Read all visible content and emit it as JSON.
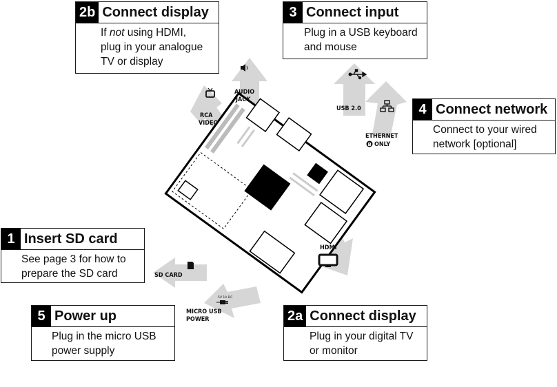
{
  "steps": {
    "s2b": {
      "number": "2b",
      "title": "Connect display",
      "body_pre": "If ",
      "body_em": "not",
      "body_post": " using HDMI,",
      "line2": "plug in your analogue",
      "line3": "TV or display"
    },
    "s3": {
      "number": "3",
      "title": "Connect input",
      "line1": "Plug in a USB keyboard",
      "line2": "and mouse"
    },
    "s4": {
      "number": "4",
      "title": "Connect network",
      "line1": "Connect to your wired",
      "line2": "network [optional]"
    },
    "s1": {
      "number": "1",
      "title": "Insert SD card",
      "line1": "See page 3 for how to",
      "line2": "prepare the SD card"
    },
    "s5": {
      "number": "5",
      "title": "Power up",
      "line1": "Plug in the micro USB",
      "line2": "power supply"
    },
    "s2a": {
      "number": "2a",
      "title": "Connect display",
      "line1": "Plug in your digital  TV",
      "line2": "or monitor"
    }
  },
  "ports": {
    "audio_line1": "AUDIO",
    "audio_line2": "JACK",
    "rca_line1": "RCA",
    "rca_line2": "VIDEO",
    "usb": "USB 2.0",
    "ethernet_line1": "ETHERNET",
    "ethernet_badge": "B",
    "ethernet_line2": "ONLY",
    "hdmi": "HDMI",
    "sd": "SD CARD",
    "micro_line1": "MICRO USB",
    "micro_line2": "POWER",
    "power_spec": "5V 1A DC"
  },
  "icons": {
    "speaker": "speaker-icon",
    "tv": "tv-icon",
    "usb": "usb-icon",
    "network": "network-icon",
    "monitor": "monitor-icon",
    "sdcard": "sd-card-icon",
    "plug": "power-plug-icon"
  },
  "colors": {
    "arrow": "#d6d6d6",
    "ink": "#000000"
  }
}
